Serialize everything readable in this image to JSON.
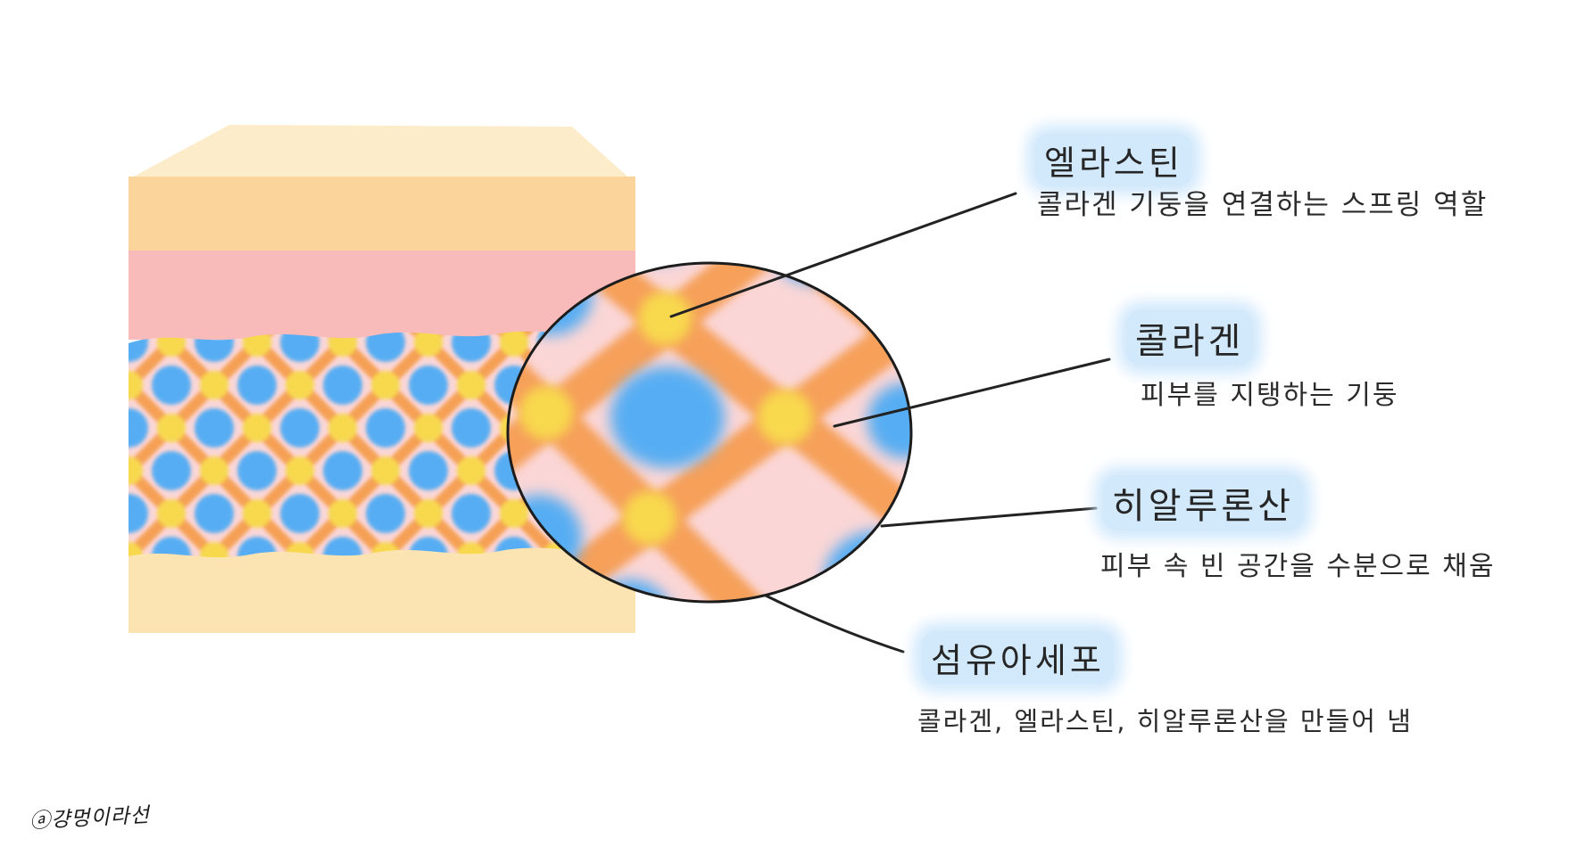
{
  "labels": [
    {
      "id": "elastin",
      "title": "엘라스틴",
      "desc": "콜라겐 기둥을 연결하는 스프링 역할"
    },
    {
      "id": "collagen",
      "title": "콜라겐",
      "desc": "피부를 지탱하는 기둥"
    },
    {
      "id": "hyaluronic",
      "title": "히알루론산",
      "desc": "피부 속 빈 공간을 수분으로 채움"
    },
    {
      "id": "fibroblast",
      "title": "섬유아세포",
      "desc": "콜라겐, 엘라스틴, 히알루론산을 만들어 냄"
    }
  ],
  "signature": "ⓐ걍멍이라선",
  "colors": {
    "background": "#ffffff",
    "skin_top_face": "#fdecca",
    "epidermis_layer": "#fbd49c",
    "pink_layer": "#f9baba",
    "dermis_pink": "#fbd6d6",
    "bottom_layer": "#fce4b2",
    "collagen_orange": "#f5a055",
    "collagen_orange_zoom": "#f6a05a",
    "elastin_yellow": "#f8d84e",
    "hyaluronic_blue": "#57adf3",
    "circle_outline": "#1c1c1c",
    "callout_line": "#222222",
    "highlight_blue": "#d2e9fc",
    "text": "#2b2b2b"
  }
}
